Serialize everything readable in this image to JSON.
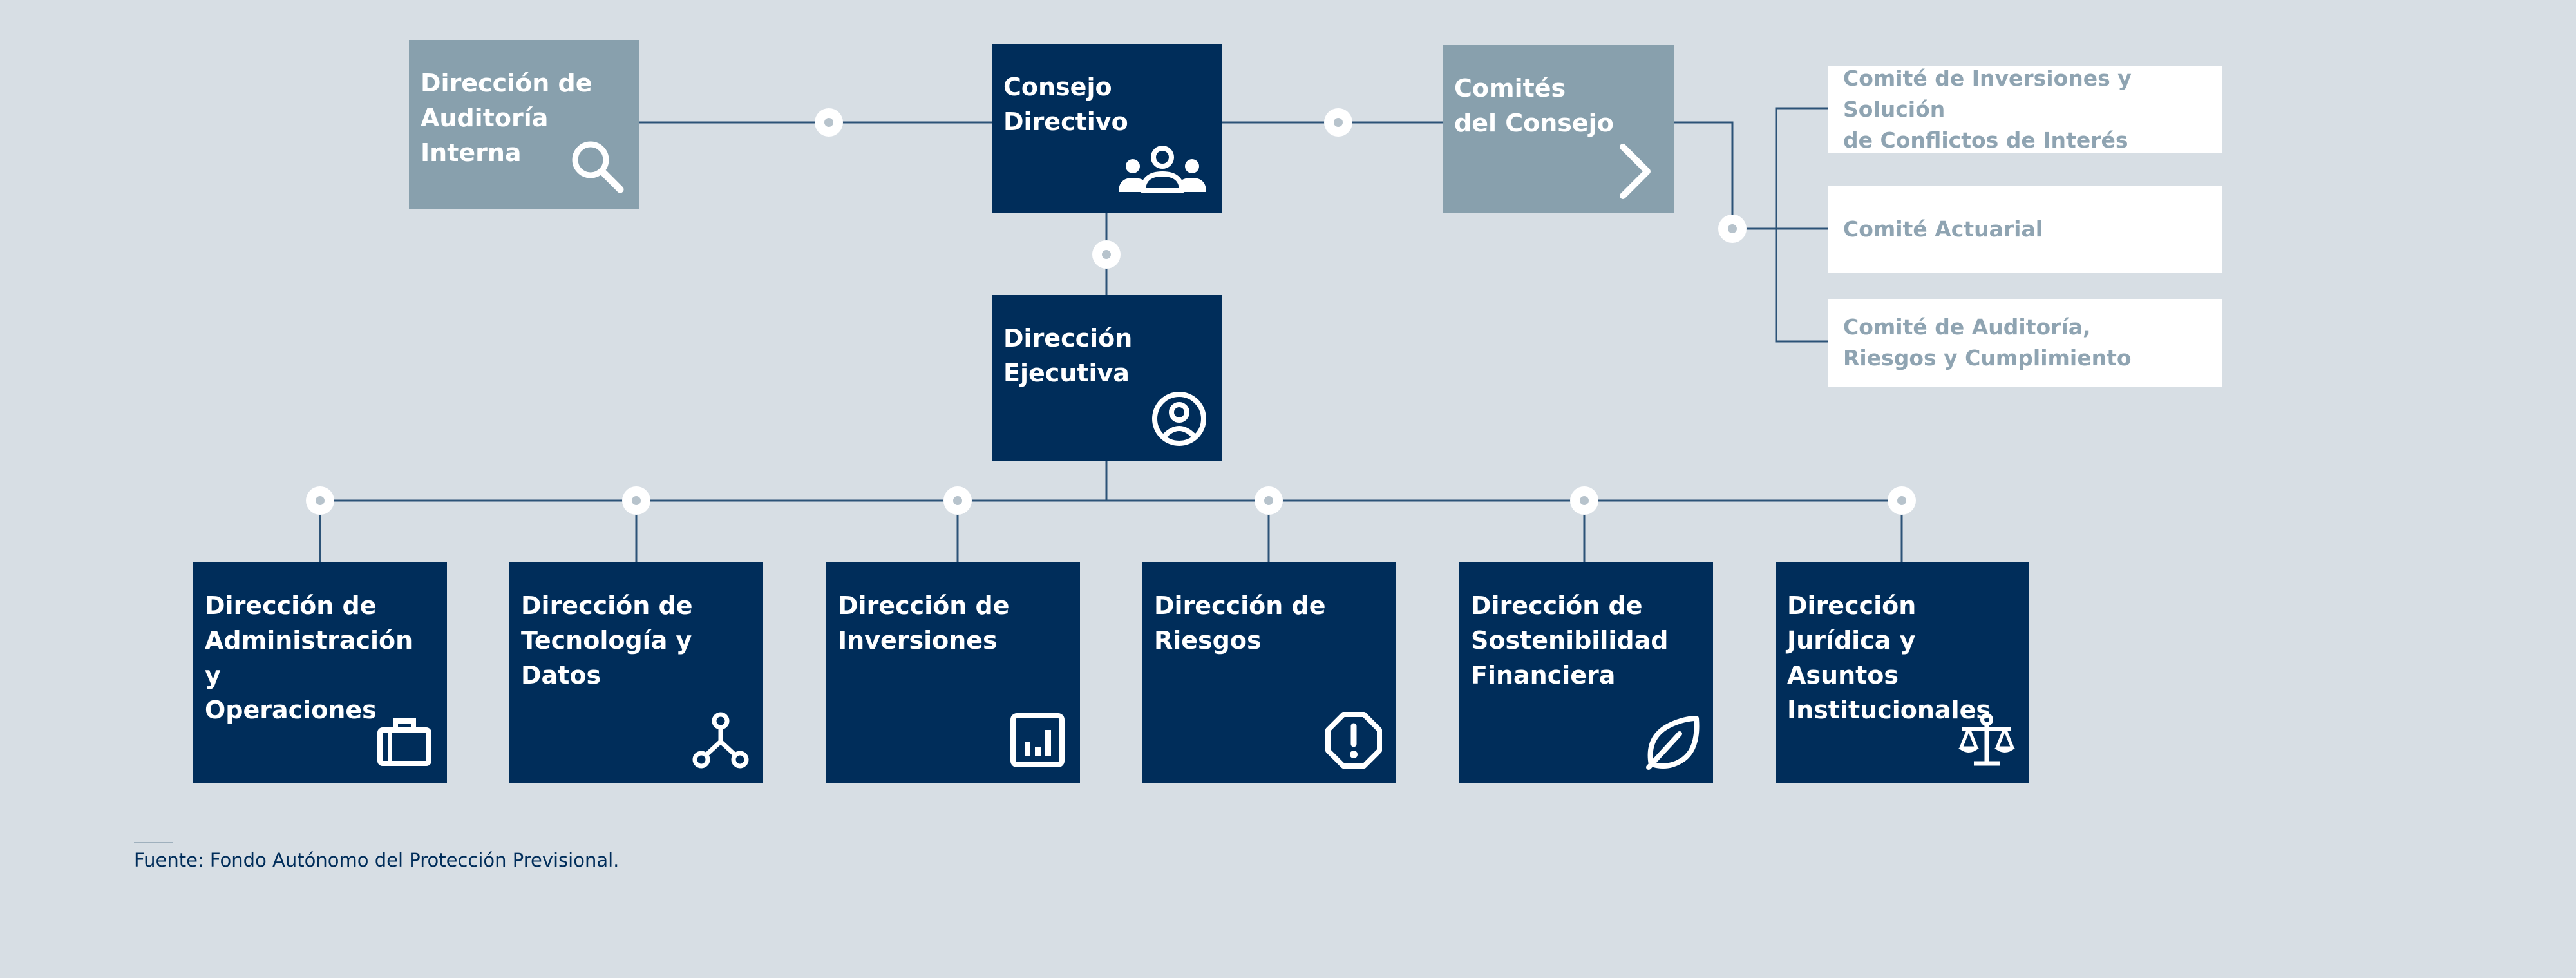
{
  "nodes": {
    "auditoria_interna": {
      "label": "Dirección de\nAuditoría\nInterna",
      "icon": "magnifier-icon"
    },
    "consejo_directivo": {
      "label": "Consejo\nDirectivo",
      "icon": "people-group-icon"
    },
    "comites_consejo": {
      "label": "Comités\ndel Consejo",
      "icon": "chevron-right-icon"
    },
    "direccion_ejecutiva": {
      "label": "Dirección\nEjecutiva",
      "icon": "user-circle-icon"
    }
  },
  "committees": [
    {
      "label": "Comité de Inversiones y Solución\nde Conflictos de Interés"
    },
    {
      "label": "Comité Actuarial"
    },
    {
      "label": "Comité de Auditoría,\nRiesgos y Cumplimiento"
    }
  ],
  "directorates": [
    {
      "label": "Dirección de\nAdministración y\nOperaciones",
      "icon": "briefcase-icon"
    },
    {
      "label": "Dirección de\nTecnología y\nDatos",
      "icon": "network-nodes-icon"
    },
    {
      "label": "Dirección de\nInversiones",
      "icon": "bar-chart-icon"
    },
    {
      "label": "Dirección de\nRiesgos",
      "icon": "warning-octagon-icon"
    },
    {
      "label": "Dirección de\nSostenibilidad\nFinanciera",
      "icon": "leaf-icon"
    },
    {
      "label": "Dirección\nJurídica y Asuntos\nInstitucionales",
      "icon": "scales-icon"
    }
  ],
  "footer": {
    "source": "Fuente: Fondo Autónomo del Protección Previsional."
  },
  "colors": {
    "navy": "#002d5a",
    "gray_box": "#88a0ad",
    "background": "#d7dee4",
    "line": "#2c5377",
    "committee_text": "#8fa4b2"
  }
}
